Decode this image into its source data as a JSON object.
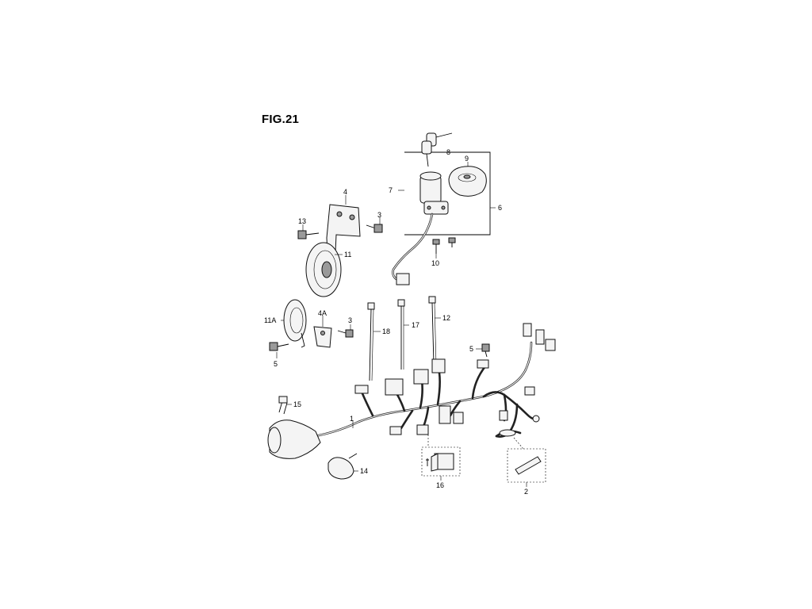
{
  "figure": {
    "title": "FIG.21"
  },
  "callouts": [
    {
      "id": "c1",
      "label": "1"
    },
    {
      "id": "c2",
      "label": "2"
    },
    {
      "id": "c3a",
      "label": "3"
    },
    {
      "id": "c3b",
      "label": "3"
    },
    {
      "id": "c4",
      "label": "4"
    },
    {
      "id": "c4a",
      "label": "4A"
    },
    {
      "id": "c5a",
      "label": "5"
    },
    {
      "id": "c5b",
      "label": "5"
    },
    {
      "id": "c6",
      "label": "6"
    },
    {
      "id": "c7",
      "label": "7"
    },
    {
      "id": "c8",
      "label": "8"
    },
    {
      "id": "c9",
      "label": "9"
    },
    {
      "id": "c10",
      "label": "10"
    },
    {
      "id": "c11",
      "label": "11"
    },
    {
      "id": "c11a",
      "label": "11A"
    },
    {
      "id": "c12",
      "label": "12"
    },
    {
      "id": "c13",
      "label": "13"
    },
    {
      "id": "c14",
      "label": "14"
    },
    {
      "id": "c15",
      "label": "15"
    },
    {
      "id": "c16",
      "label": "16"
    },
    {
      "id": "c17",
      "label": "17"
    },
    {
      "id": "c18",
      "label": "18"
    }
  ]
}
